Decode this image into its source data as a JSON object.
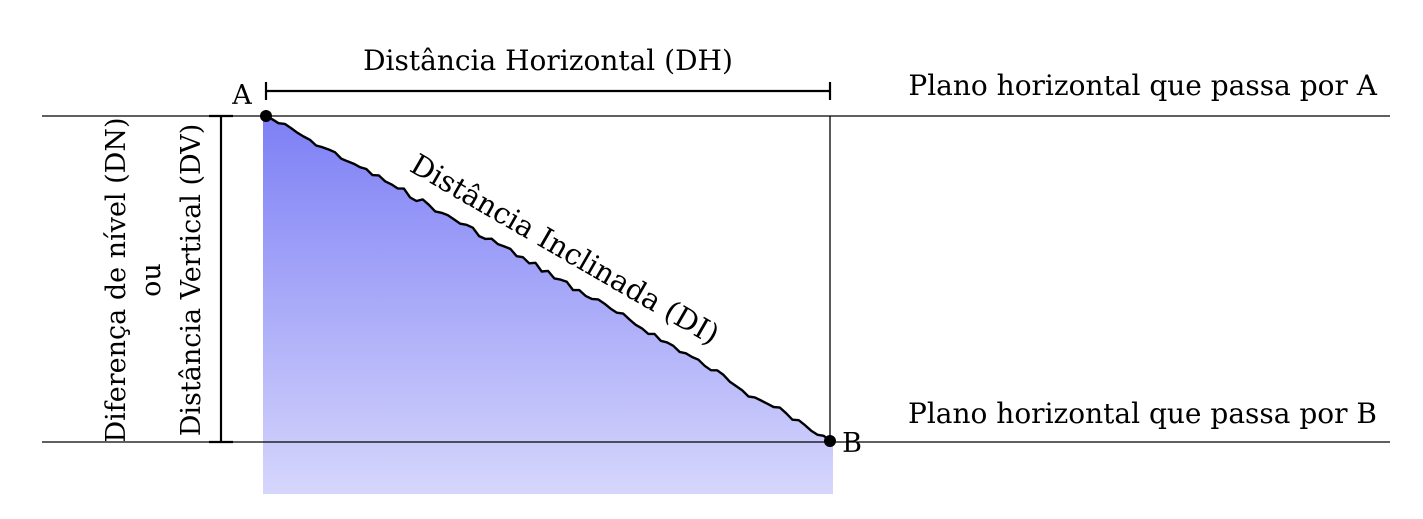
{
  "diagram": {
    "labels": {
      "point_a": "A",
      "point_b": "B",
      "horizontal_distance": "Distância Horizontal (DH)",
      "inclined_distance": "Distância Inclinada (DI)",
      "plane_a": "Plano horizontal que passa por A",
      "plane_b": "Plano horizontal que passa por B",
      "level_difference": "Diferença de nível (DN)",
      "or": "ou",
      "vertical_distance": "Distância Vertical (DV)"
    },
    "colors": {
      "fill_top": "#7d7ff5",
      "fill_bottom": "#d6d6fc",
      "line": "#000000"
    }
  }
}
